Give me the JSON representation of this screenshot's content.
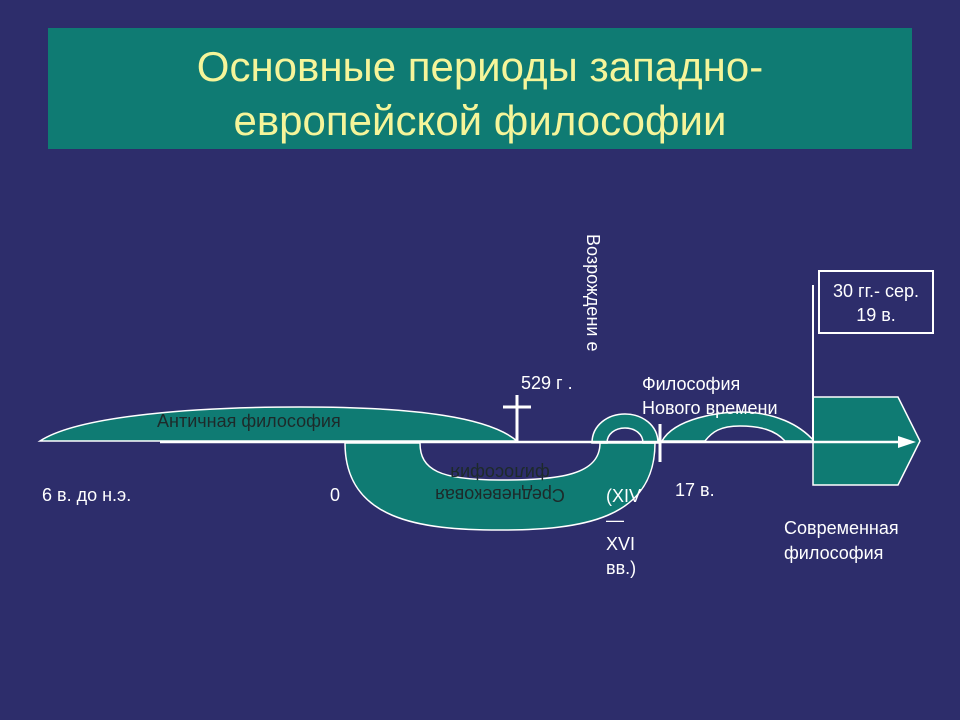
{
  "title": {
    "line1": "Основные периоды западно-",
    "line2": "европейской философии"
  },
  "labels": {
    "ancient": "Античная философия",
    "medieval_line1": "Средневековая",
    "medieval_line2": "философия",
    "renaissance_line1": "Возрождени",
    "renaissance_line2": "е",
    "modern_line1": "Философия",
    "modern_line2": "Нового времени",
    "contemporary_line1": "Современная",
    "contemporary_line2": "философия",
    "box_line1": "30 гг.- сер.",
    "box_line2": "19 в."
  },
  "dates": {
    "start": "6 в. до н.э.",
    "zero": "0",
    "y529": "529 г .",
    "c17": "17 в.",
    "ren_range_1": "(XIV",
    "ren_range_2": "—",
    "ren_range_3": "XVI",
    "ren_range_4": "вв.)"
  },
  "colors": {
    "background": "#2d2d6b",
    "title_bg": "#0f7b73",
    "title_text": "#f5f59a",
    "shape_fill": "#0f7b73"
  }
}
